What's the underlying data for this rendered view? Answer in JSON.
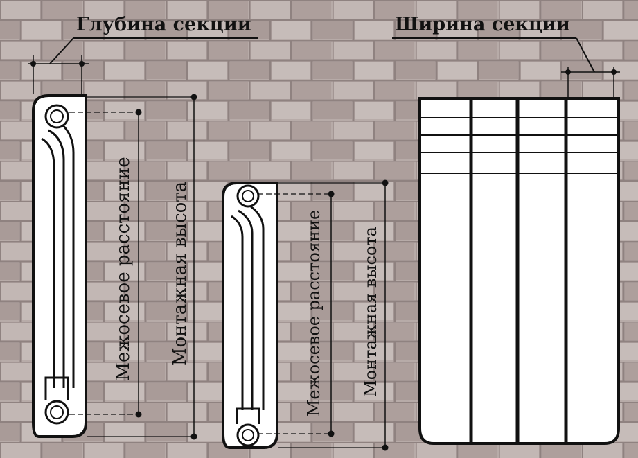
{
  "labels": {
    "section_depth": "Глубина секции",
    "section_width": "Ширина секции",
    "center_distance_large": "Межосевое расстояние",
    "mounting_height_large": "Монтажная высота",
    "center_distance_small": "Межосевое расстояние",
    "mounting_height_small": "Монтажная высота"
  },
  "colors": {
    "wall": "#b7aba8",
    "brick_dark": "#8f8280",
    "brick_light": "#cfc6c4",
    "radiator_fill": "#ffffff",
    "ink": "#111111"
  },
  "front_view": {
    "sections": 4
  }
}
